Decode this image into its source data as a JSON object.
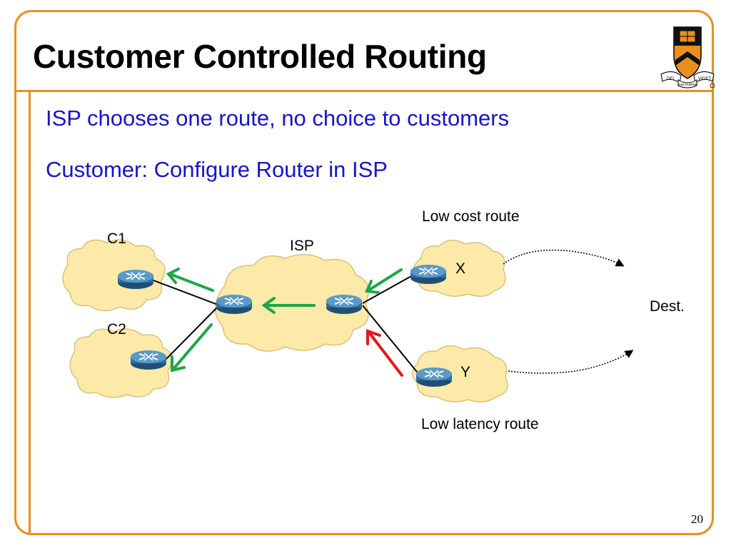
{
  "slide": {
    "title": "Customer Controlled Routing",
    "page_number": "20",
    "bullets": [
      "ISP chooses one route, no choice to customers",
      "Customer: Configure Router in ISP"
    ]
  },
  "diagram": {
    "labels": {
      "c1": "C1",
      "c2": "C2",
      "isp": "ISP",
      "x": "X",
      "y": "Y",
      "dest": "Dest.",
      "low_cost": "Low cost route",
      "low_latency": "Low latency route"
    },
    "colors": {
      "cloud_fill": "#fde9a8",
      "router_blue": "#2f6f9f",
      "arrow_green": "#1ea64a",
      "arrow_red": "#e01a1a",
      "accent_orange": "#e8901e",
      "bullet_blue": "#1515c8"
    }
  },
  "logo": {
    "icon": "princeton-shield-icon",
    "motto_left": "DEI",
    "motto_center": "SUB NUMINE",
    "motto_right": "VIGET"
  }
}
